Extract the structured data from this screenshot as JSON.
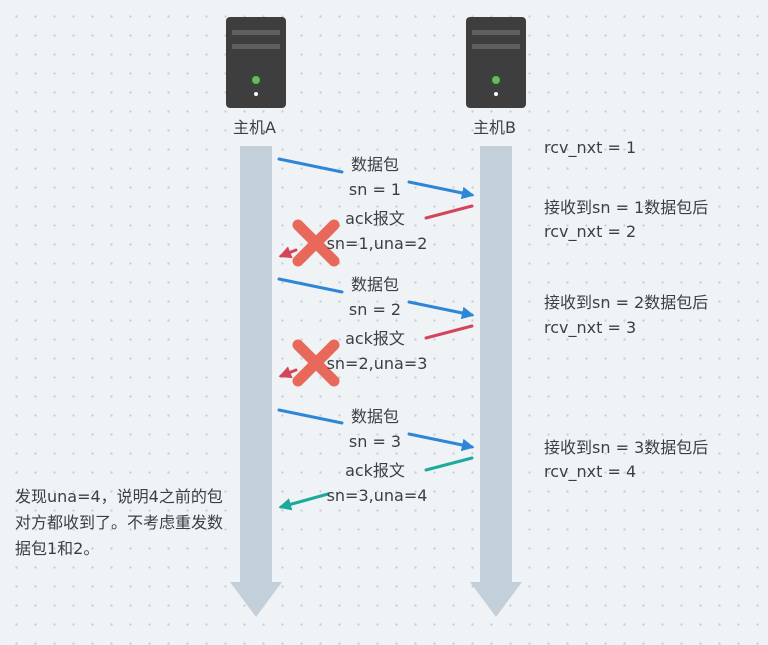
{
  "colors": {
    "background": "#f0f3f6",
    "timeline": "#c4d0d9",
    "data_packet": "#2d86d6",
    "lost_ack": "#d2455a",
    "final_ack": "#1caa9c",
    "loss_cross": "#e8695a",
    "led": "#5bbf5b"
  },
  "hosts": {
    "a": {
      "label": "主机A",
      "icon": "server-icon"
    },
    "b": {
      "label": "主机B",
      "icon": "server-icon"
    }
  },
  "rcv_initial": "rcv_nxt = 1",
  "exchanges": [
    {
      "packet_title": "数据包",
      "packet_sn": "sn = 1",
      "ack_title": "ack报文",
      "ack_detail": "sn=1,una=2",
      "ack_lost": true,
      "receiver_note": "接收到sn = 1数据包后",
      "receiver_rcv": "rcv_nxt = 2"
    },
    {
      "packet_title": "数据包",
      "packet_sn": "sn = 2",
      "ack_title": "ack报文",
      "ack_detail": "sn=2,una=3",
      "ack_lost": true,
      "receiver_note": "接收到sn = 2数据包后",
      "receiver_rcv": "rcv_nxt = 3"
    },
    {
      "packet_title": "数据包",
      "packet_sn": "sn = 3",
      "ack_title": "ack报文",
      "ack_detail": "sn=3,una=4",
      "ack_lost": false,
      "receiver_note": "接收到sn = 3数据包后",
      "receiver_rcv": "rcv_nxt = 4"
    }
  ],
  "sender_note": "发现una=4，说明4之前的包对方都收到了。不考虑重发数据包1和2。"
}
